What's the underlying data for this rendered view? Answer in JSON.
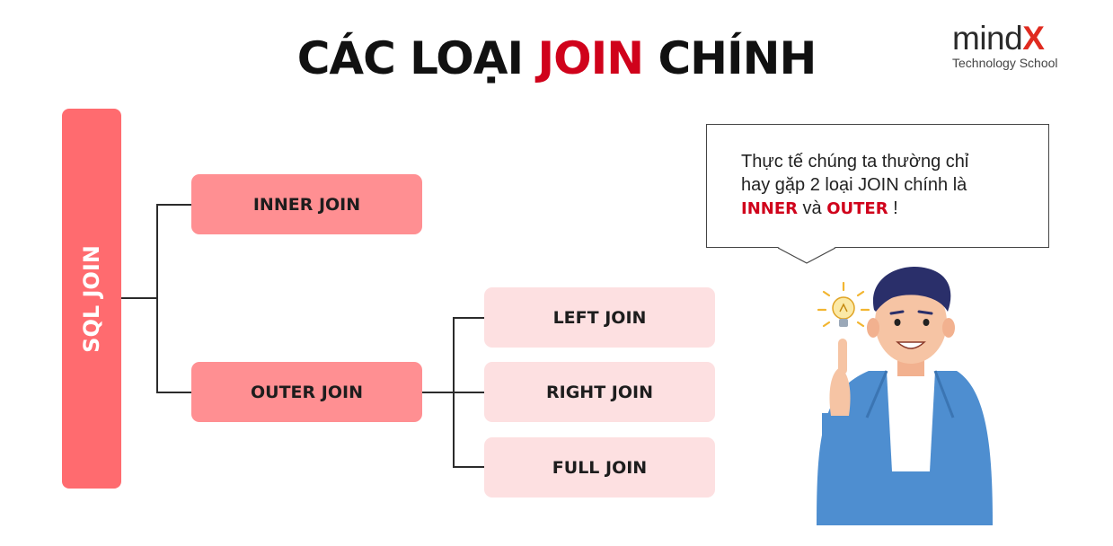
{
  "title": {
    "part1": "CÁC LOẠI ",
    "accent": "JOIN",
    "part2": " CHÍNH"
  },
  "logo": {
    "mind": "mind",
    "x": "X",
    "subtitle": "Technology School"
  },
  "tree": {
    "root": "SQL JOIN",
    "inner": "INNER JOIN",
    "outer": "OUTER JOIN",
    "outer_children": [
      "LEFT JOIN",
      "RIGHT JOIN",
      "FULL JOIN"
    ]
  },
  "bubble": {
    "line1": "Thực tế chúng ta thường chỉ",
    "line2": "hay gặp 2 loại JOIN chính là",
    "inner": "INNER",
    "and": " và ",
    "outer": "OUTER",
    "end": " !"
  },
  "colors": {
    "accent": "#d0021b",
    "root_bar": "#ff6b6f",
    "level1_node": "#ff8f92",
    "level2_node": "#fde0e1"
  },
  "icons": [
    "lightbulb-icon",
    "person-illustration"
  ]
}
